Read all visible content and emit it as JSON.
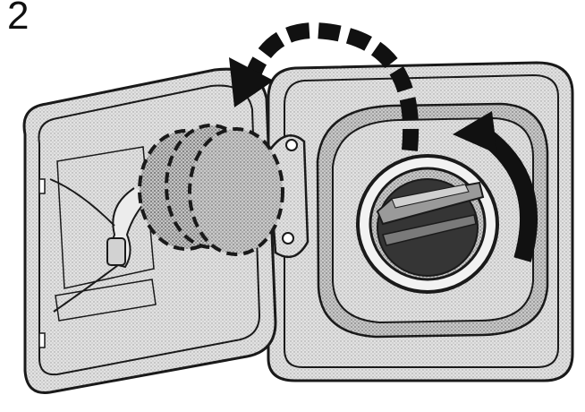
{
  "step": {
    "number": "2"
  },
  "colors": {
    "line": "#1a1a1a",
    "panel_fill": "#d6d6d6",
    "door_fill": "#dedede",
    "cap_fill": "#bdbdbd",
    "filler_dark": "#3a3a3a",
    "filler_light": "#9a9a9a",
    "arrow": "#111111"
  },
  "illustration": {
    "subject": "fuel-filler-door-open-cap-removal",
    "elements": [
      "filler-door-panel",
      "fuel-door-hinge-panel",
      "fuel-cap-removed-dashed",
      "tether-strap",
      "filler-neck-opening",
      "counterclockwise-turn-arrow",
      "remove-and-place-arrow-dashed"
    ]
  }
}
